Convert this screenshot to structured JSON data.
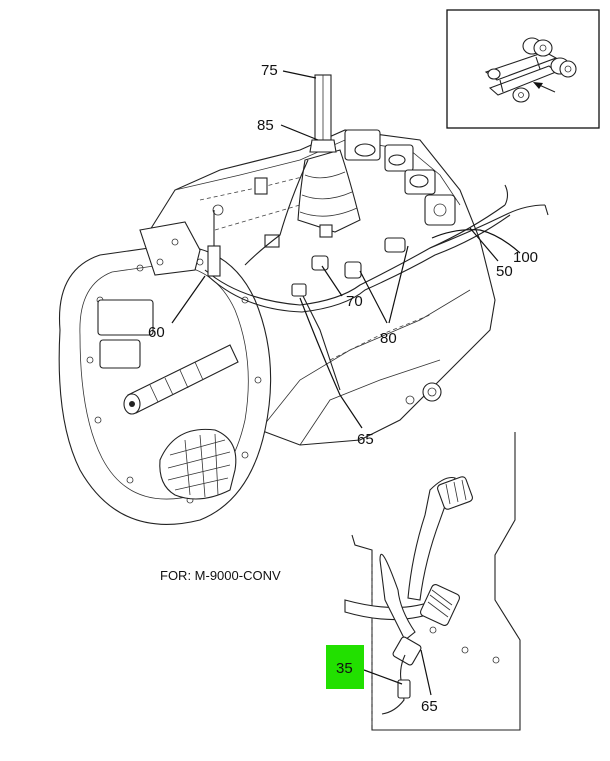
{
  "note": "FOR: M-9000-CONV",
  "callouts": {
    "c75": "75",
    "c85": "85",
    "c100": "100",
    "c50": "50",
    "c70": "70",
    "c80": "80",
    "c60": "60",
    "c65a": "65",
    "c35": "35",
    "c65b": "65"
  },
  "highlight_color": "#22e000"
}
